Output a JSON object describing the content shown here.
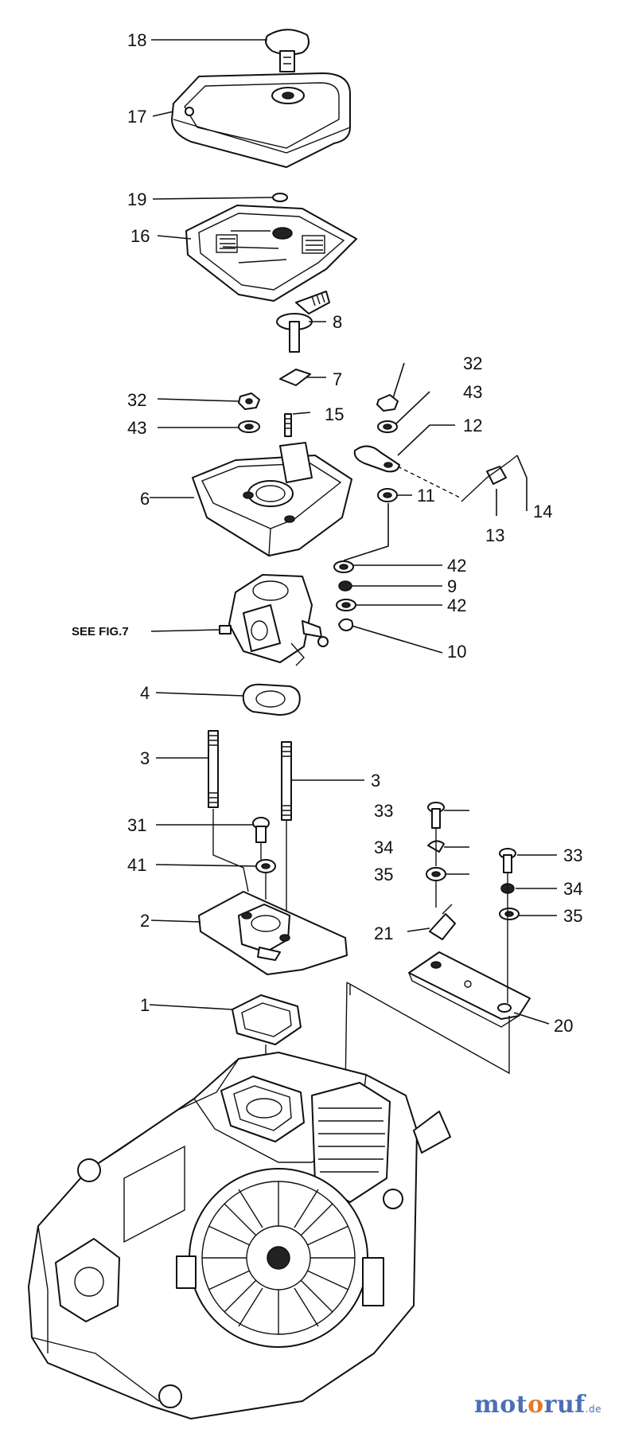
{
  "callouts": {
    "c18": "18",
    "c17": "17",
    "c19": "19",
    "c16": "16",
    "c8": "8",
    "c7": "7",
    "c32a": "32",
    "c15": "15",
    "c43a": "43",
    "c6": "6",
    "c32b": "32",
    "c43b": "43",
    "c12": "12",
    "c11": "11",
    "c13": "13",
    "c14": "14",
    "c42a": "42",
    "c9": "9",
    "c42b": "42",
    "c10": "10",
    "seefig": "SEE FIG.7",
    "c4": "4",
    "c3a": "3",
    "c3b": "3",
    "c31": "31",
    "c41": "41",
    "c2": "2",
    "c1": "1",
    "c33a": "33",
    "c34a": "34",
    "c35a": "35",
    "c21": "21",
    "c33b": "33",
    "c34b": "34",
    "c35b": "35",
    "c20": "20"
  },
  "watermark": {
    "brand": "motoruf",
    "tld": ".de",
    "brand_color": "#4b6fb5",
    "accent_color": "#e07a2a"
  }
}
